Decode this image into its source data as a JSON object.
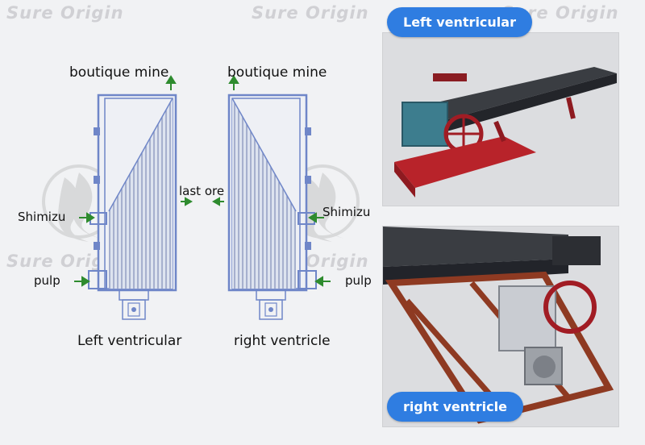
{
  "watermark": {
    "text": "Sure Origin"
  },
  "diagram": {
    "left_unit": {
      "top_label": "boutique mine",
      "side_label": "Shimizu",
      "bottom_side_label": "pulp",
      "caption": "Left ventricular"
    },
    "center_label": "last ore",
    "right_unit": {
      "top_label": "boutique mine",
      "side_label": "Shimizu",
      "bottom_side_label": "pulp",
      "caption": "right ventricle"
    }
  },
  "photos": {
    "top_caption": "Left ventricular",
    "bottom_caption": "right ventricle"
  },
  "colors": {
    "accent_blue": "#2f7de1",
    "arrow_green": "#2e8b2e",
    "frame_blue": "#6f86c8",
    "machine_red": "#b8232a",
    "frame_brown": "#8e3a22"
  }
}
